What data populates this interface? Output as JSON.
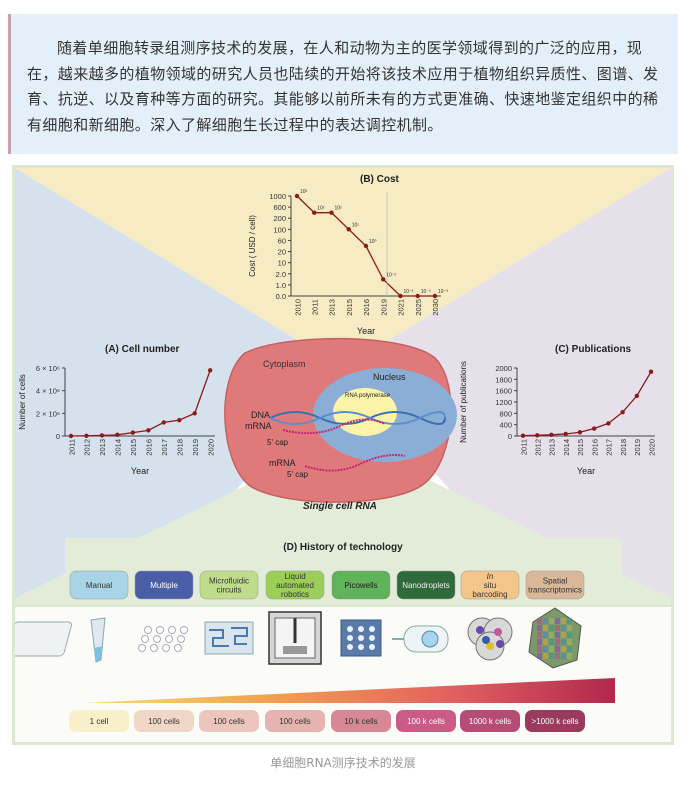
{
  "intro_text": "随着单细胞转录组测序技术的发展，在人和动物为主的医学领域得到的广泛的应用，现在，越来越多的植物领域的研究人员也陆续的开始将该技术应用于植物组织异质性、图谱、发育、抗逆、以及育种等方面的研究。其能够以前所未有的方式更准确、快速地鉴定组织中的稀有细胞和新细胞。深入了解细胞生长过程中的表达调控机制。",
  "caption": "单细胞RNA测序技术的发展",
  "colors": {
    "panel_top": "#f6ebc3",
    "panel_left": "#d5e1ec",
    "panel_right": "#e5e0ea",
    "panel_bottom": "#e3ecd8",
    "cell": "#e07a7a",
    "nucleus": "#8aaed6",
    "line": "#8b1a1a"
  },
  "center": {
    "cytoplasm": "Cytoplasm",
    "nucleus": "Nucleus",
    "rna_polymerase": "RNA polymerase",
    "dna": "DNA",
    "mrna1": "mRNA",
    "cap1": "5' cap",
    "mrna2": "mRNA",
    "cap2": "5' cap",
    "title": "Single cell RNA"
  },
  "chart_data": [
    {
      "type": "line",
      "title": "(B) Cost",
      "xlabel": "Year",
      "ylabel": "Cost ( USD / cell)",
      "categories": [
        "2010",
        "2011",
        "2013",
        "2015",
        "2016",
        "2019",
        "2021",
        "2025",
        "2030"
      ],
      "yticks": [
        "1000",
        "600",
        "200",
        "100",
        "60",
        "20",
        "10",
        "2.0",
        "1.0",
        "0.0"
      ],
      "values": [
        1000,
        100,
        100,
        10,
        1,
        0.01,
        0.001,
        0.001,
        0.001
      ],
      "point_labels": [
        "10³",
        "10²",
        "10²",
        "10¹",
        "10⁰",
        "10⁻²",
        "10⁻³",
        "10⁻³",
        "10⁻³"
      ]
    },
    {
      "type": "line",
      "title": "(A) Cell number",
      "xlabel": "Year",
      "ylabel": "Number of cells",
      "categories": [
        "2011",
        "2012",
        "2013",
        "2014",
        "2015",
        "2016",
        "2017",
        "2018",
        "2019",
        "2020"
      ],
      "yticks": [
        "6 × 10⁶",
        "4 × 10⁶",
        "2 × 10⁶",
        "0"
      ],
      "values": [
        0,
        0.02,
        0.05,
        0.1,
        0.3,
        0.5,
        1.2,
        1.4,
        2.0,
        5.8
      ],
      "ylim": [
        0,
        6
      ]
    },
    {
      "type": "line",
      "title": "(C) Publications",
      "xlabel": "Year",
      "ylabel": "Number of publications",
      "categories": [
        "2011",
        "2012",
        "2013",
        "2014",
        "2015",
        "2016",
        "2017",
        "2018",
        "2019",
        "2020"
      ],
      "yticks": [
        "2000",
        "1800",
        "1600",
        "1200",
        "800",
        "400",
        "0"
      ],
      "values": [
        10,
        20,
        35,
        60,
        110,
        220,
        370,
        700,
        1180,
        1890
      ],
      "ylim": [
        0,
        2000
      ]
    }
  ],
  "history": {
    "title": "(D) History of technology",
    "techs": [
      {
        "label": "Manual",
        "color": "#a8d4e6",
        "text": "#333"
      },
      {
        "label": "Multiple",
        "color": "#4a5ea8",
        "text": "#fff"
      },
      {
        "label": "Microfluidic circuits",
        "color": "#bfdc8c",
        "text": "#333"
      },
      {
        "label": "Liquid automated robotics",
        "color": "#9ccf5a",
        "text": "#333"
      },
      {
        "label": "Picowells",
        "color": "#5fb35a",
        "text": "#222"
      },
      {
        "label": "Nanodroplets",
        "color": "#2f6a3a",
        "text": "#eee"
      },
      {
        "label": "In situ barcoding",
        "color": "#f4c58a",
        "text": "#333"
      },
      {
        "label": "Spatial transcriptomics",
        "color": "#d9b89a",
        "text": "#333"
      }
    ],
    "cells": [
      {
        "label": "1 cell",
        "color": "#f8f0c8"
      },
      {
        "label": "100 cells",
        "color": "#f0d6c6"
      },
      {
        "label": "100 cells",
        "color": "#ecc6bc"
      },
      {
        "label": "100 cells",
        "color": "#e6b4b0"
      },
      {
        "label": "10 k cells",
        "color": "#d88894"
      },
      {
        "label": "100 k cells",
        "color": "#cc5a86"
      },
      {
        "label": "1000 k cells",
        "color": "#b44c76"
      },
      {
        "label": ">1000 k cells",
        "color": "#9a3a5c"
      }
    ],
    "icons": [
      "tube-icon",
      "well-plate-icon",
      "microfluidic-chip-icon",
      "robot-icon",
      "picowell-icon",
      "droplet-icon",
      "barcoding-icon",
      "spatial-icon"
    ]
  }
}
